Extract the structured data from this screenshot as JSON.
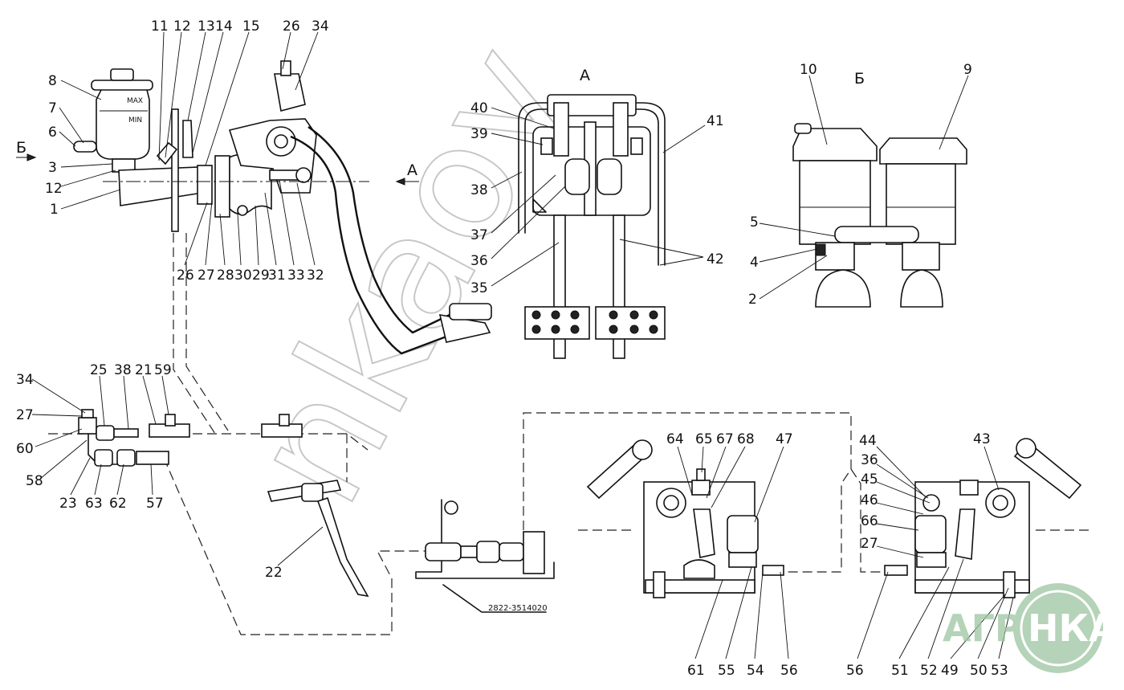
{
  "views": {
    "view_a": "А",
    "view_b": "Б",
    "arrow_a": "А",
    "arrow_b": "Б"
  },
  "labels": {
    "top": [
      "11",
      "12",
      "13",
      "14",
      "15",
      "26",
      "34",
      "8",
      "7",
      "6",
      "3",
      "12",
      "1"
    ],
    "under_cylinder": [
      "26",
      "27",
      "28",
      "30",
      "29",
      "31",
      "33",
      "32"
    ],
    "view_a": [
      "40",
      "39",
      "38",
      "37",
      "36",
      "35",
      "41",
      "42"
    ],
    "view_b": [
      "10",
      "9",
      "5",
      "4",
      "2"
    ],
    "pipe_left": [
      "34",
      "27",
      "60",
      "58",
      "23",
      "63",
      "62",
      "57",
      "25",
      "38",
      "21",
      "59",
      "22"
    ],
    "valve_left": [
      "64",
      "65",
      "67",
      "68",
      "47",
      "61",
      "55",
      "54",
      "56"
    ],
    "valve_right": [
      "44",
      "36",
      "45",
      "46",
      "66",
      "27",
      "43",
      "56",
      "51",
      "52",
      "49",
      "50",
      "53"
    ]
  },
  "reservoir": {
    "max_mark": "MAX",
    "min_mark": "MIN"
  },
  "part_code": "2822-3514020",
  "watermark": "nkaoy",
  "logo": {
    "left": "АГРО",
    "right": "НКА"
  },
  "colors": {
    "line": "#111111",
    "logo_green": "#9cc5a1",
    "watermark": "#9a9a9a"
  }
}
